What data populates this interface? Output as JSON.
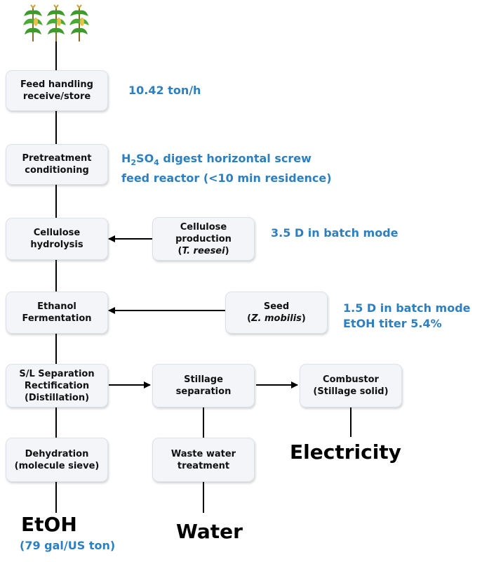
{
  "colors": {
    "accent": "#2c7fc0",
    "box_fill": "#f3f5f9",
    "line": "#000000"
  },
  "boxes": {
    "feed_handling": {
      "line1": "Feed handling",
      "line2": "receive/store"
    },
    "pretreatment": {
      "line1": "Pretreatment",
      "line2": "conditioning"
    },
    "cellulose_hydrolysis": {
      "line1": "Cellulose",
      "line2": "hydrolysis"
    },
    "cellulose_production": {
      "line1": "Cellulose",
      "line2": "production",
      "line3": "T. reesei"
    },
    "ethanol_fermentation": {
      "line1": "Ethanol",
      "line2": "Fermentation"
    },
    "seed": {
      "line1": "Seed",
      "line2": "Z. mobilis"
    },
    "sl_separation": {
      "line1": "S/L Separation",
      "line2": "Rectification",
      "line3": "(Distillation)"
    },
    "stillage_separation": {
      "line1": "Stillage",
      "line2": "separation"
    },
    "combustor": {
      "line1": "Combustor",
      "line2": "(Stillage solid)"
    },
    "dehydration": {
      "line1": "Dehydration",
      "line2": "(molecule sieve)"
    },
    "waste_water": {
      "line1": "Waste water",
      "line2": "treatment"
    }
  },
  "notes": {
    "feed_rate": "10.42 ton/h",
    "pretreatment_h": "H",
    "pretreatment_sub2": "2",
    "pretreatment_so": "SO",
    "pretreatment_sub4": "4",
    "pretreatment_rest": " digest horizontal screw",
    "pretreatment_line2": "feed reactor (<10 min residence)",
    "cellulase_time": "3.5 D in batch mode",
    "seed_time": "1.5 D in batch mode",
    "etoh_titer": "EtOH titer 5.4%",
    "etoh_yield": "(79 gal/US ton)"
  },
  "outputs": {
    "etoh": "EtOH",
    "water": "Water",
    "electricity": "Electricity"
  },
  "icons": {
    "plants": [
      "corn-plant-icon",
      "corn-plant-icon",
      "corn-plant-icon"
    ]
  }
}
